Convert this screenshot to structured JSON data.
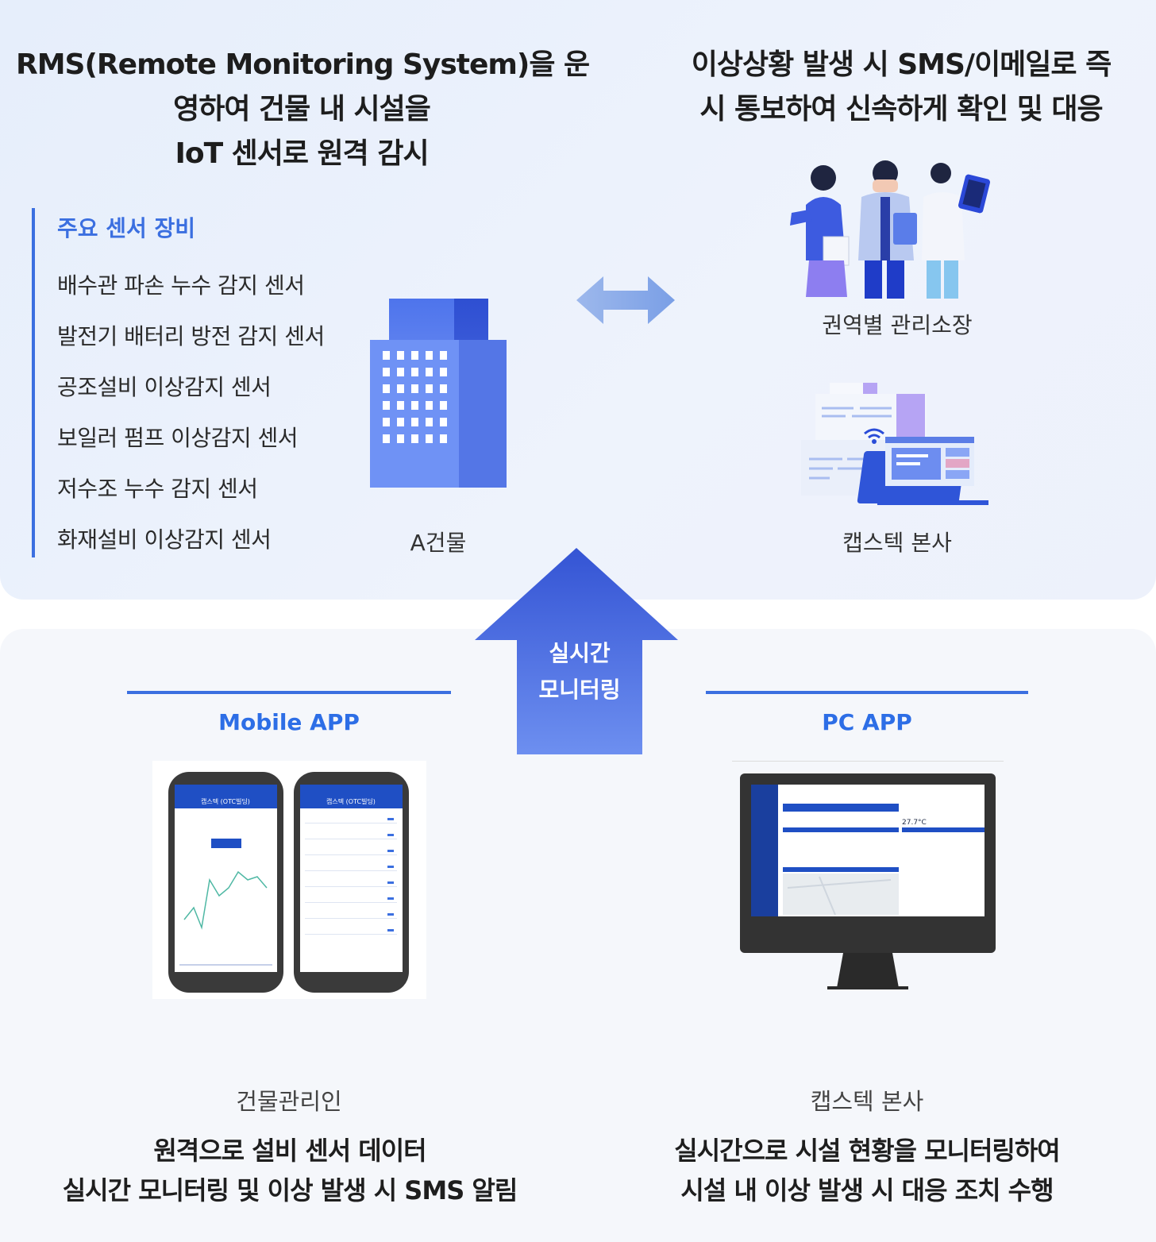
{
  "header": {
    "left_lines": [
      "RMS(Remote Monitoring System)을 운",
      "영하여 건물 내 시설을",
      "IoT 센서로 원격 감시"
    ],
    "right_lines": [
      "이상상황 발생 시 SMS/이메일로 즉",
      "시 통보하여 신속하게 확인 및 대응"
    ]
  },
  "sensors": {
    "title": "주요 센서 장비",
    "items": [
      "배수관 파손 누수 감지 센서",
      "발전기 배터리 방전 감지 센서",
      "공조설비 이상감지 센서",
      "보일러 펌프 이상감지 센서",
      "저수조 누수 감지 센서",
      "화재설비 이상감지 센서"
    ]
  },
  "labels": {
    "building": "A건물",
    "managers": "권역별 관리소장",
    "hq": "캡스텍 본사"
  },
  "center_arrow": {
    "lines": [
      "실시간",
      "모니터링"
    ]
  },
  "mobile": {
    "title": "Mobile APP",
    "app_title": "캡스텍 (OTC빌딩)",
    "role": "건물관리인",
    "desc": [
      "원격으로 설비 센서 데이터",
      "실시간 모니터링 및 이상 발생 시 SMS 알림"
    ]
  },
  "pc": {
    "title": "PC APP",
    "temp_readout": "27.7°C",
    "role": "캡스텍 본사",
    "desc": [
      "실시간으로 시설 현황을 모니터링하여",
      "시설 내 이상 발생 시 대응 조치 수행"
    ]
  },
  "colors": {
    "accent": "#3b6fe0",
    "arrow": "#4a73e0",
    "building": "#5b82f0"
  },
  "icons": [
    "double-arrow-icon",
    "building-icon",
    "people-icon",
    "hq-office-icon",
    "up-arrow-icon",
    "phone-icon",
    "monitor-icon",
    "wifi-icon"
  ]
}
